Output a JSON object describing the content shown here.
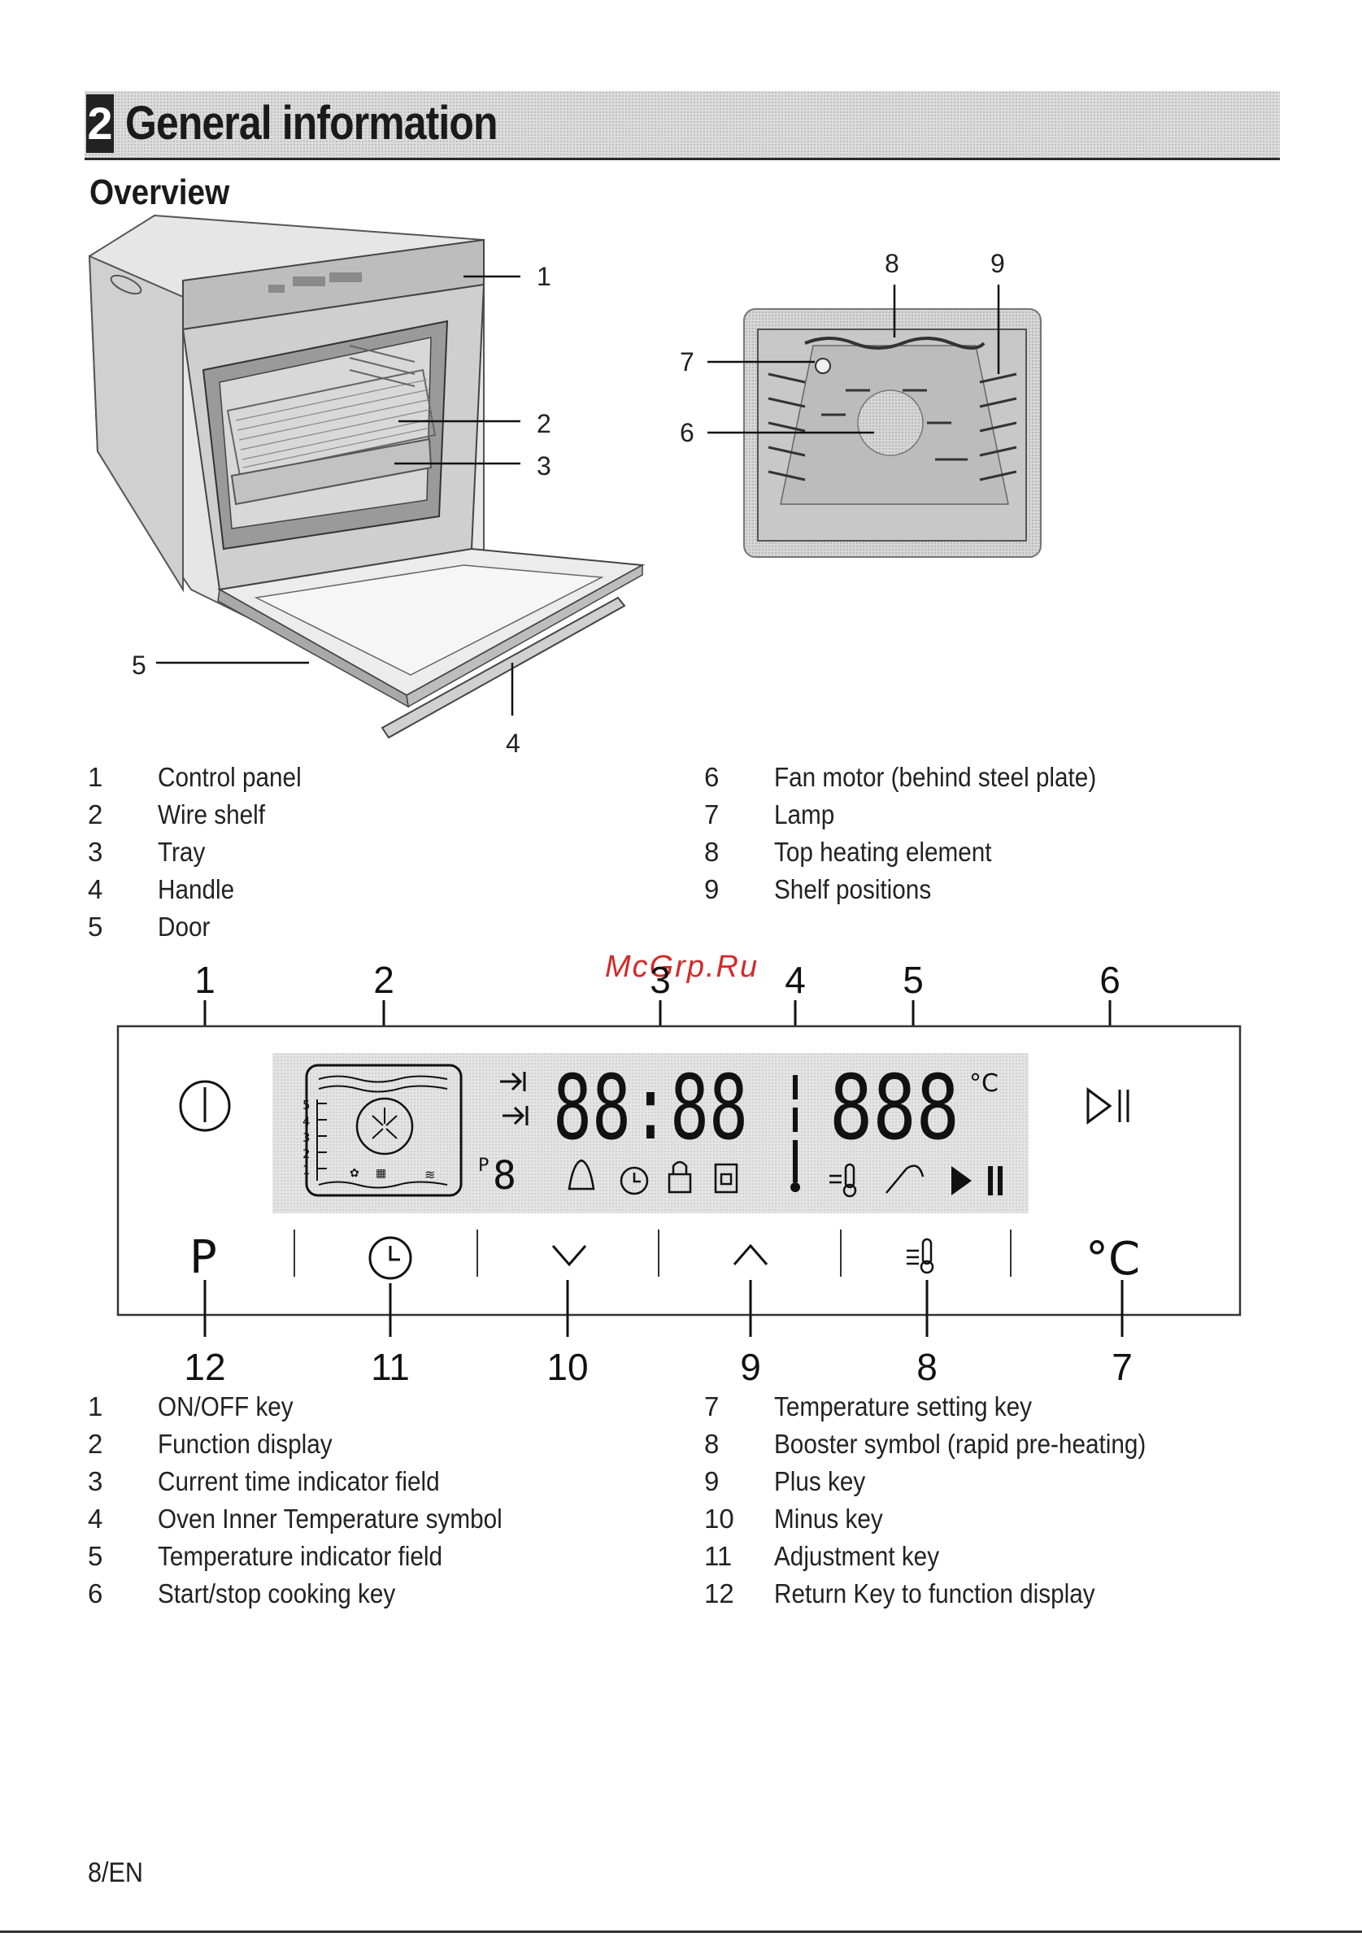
{
  "section": {
    "number": "2",
    "title": "General information"
  },
  "subtitle": "Overview",
  "oven_callouts": [
    "1",
    "2",
    "3",
    "4",
    "5",
    "6",
    "7",
    "8",
    "9"
  ],
  "oven_legend_left": [
    {
      "num": "1",
      "text": "Control panel"
    },
    {
      "num": "2",
      "text": "Wire shelf"
    },
    {
      "num": "3",
      "text": "Tray"
    },
    {
      "num": "4",
      "text": "Handle"
    },
    {
      "num": "5",
      "text": "Door"
    }
  ],
  "oven_legend_right": [
    {
      "num": "6",
      "text": "Fan motor (behind steel plate)"
    },
    {
      "num": "7",
      "text": "Lamp"
    },
    {
      "num": "8",
      "text": "Top heating element"
    },
    {
      "num": "9",
      "text": "Shelf positions"
    }
  ],
  "watermark": "McGrp.Ru",
  "panel": {
    "top_numbers": [
      "1",
      "2",
      "3",
      "4",
      "5",
      "6"
    ],
    "bottom_numbers": [
      "12",
      "11",
      "10",
      "9",
      "8",
      "7"
    ],
    "display_time": "88:88",
    "display_temp": "888",
    "display_program": "8",
    "program_prefix": "P",
    "degree_unit": "°C",
    "shelf_levels": [
      "5",
      "4",
      "3",
      "2",
      "1"
    ],
    "keys": {
      "p_label": "P",
      "celsius_label": "°C"
    },
    "icons": [
      "power-icon",
      "function-display-icon",
      "start-pause-icon",
      "clock-icon",
      "minus-chevron-icon",
      "plus-chevron-icon",
      "booster-icon",
      "bell-icon",
      "lock-icon",
      "door-lock-icon",
      "thermometer-icon",
      "probe-icon",
      "play-icon",
      "pause-icon"
    ]
  },
  "panel_legend_left": [
    {
      "num": "1",
      "text": "ON/OFF key"
    },
    {
      "num": "2",
      "text": "Function display"
    },
    {
      "num": "3",
      "text": "Current time indicator field"
    },
    {
      "num": "4",
      "text": "Oven Inner Temperature symbol"
    },
    {
      "num": "5",
      "text": "Temperature indicator field"
    },
    {
      "num": "6",
      "text": "Start/stop cooking key"
    }
  ],
  "panel_legend_right": [
    {
      "num": "7",
      "text": "Temperature setting key"
    },
    {
      "num": "8",
      "text": "Booster symbol (rapid pre-heating)"
    },
    {
      "num": "9",
      "text": "Plus key"
    },
    {
      "num": "10",
      "text": "Minus key"
    },
    {
      "num": "11",
      "text": "Adjustment key"
    },
    {
      "num": "12",
      "text": "Return Key to function display"
    }
  ],
  "footer": "8/EN"
}
